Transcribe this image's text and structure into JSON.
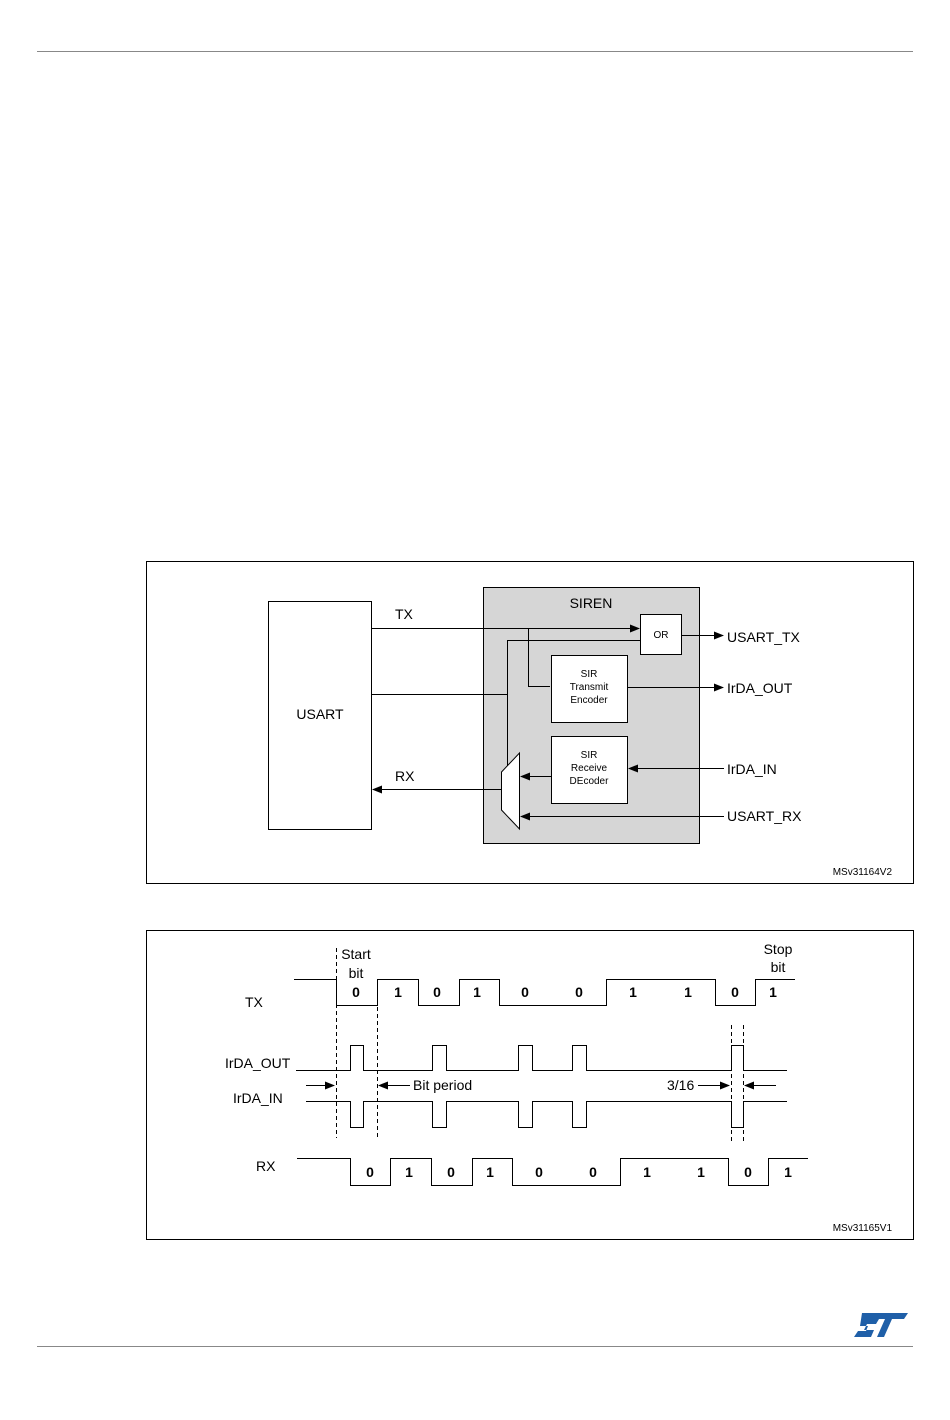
{
  "figure1": {
    "usart": "USART",
    "siren": "SIREN",
    "or_gate": "OR",
    "encoder": [
      "SIR",
      "Transmit",
      "Encoder"
    ],
    "decoder": [
      "SIR",
      "Receive",
      "DEcoder"
    ],
    "tx": "TX",
    "rx": "RX",
    "usart_tx": "USART_TX",
    "irda_out": "IrDA_OUT",
    "irda_in": "IrDA_IN",
    "usart_rx": "USART_RX",
    "ref": "MSv31164V2"
  },
  "figure2": {
    "start_bit": [
      "Start",
      "bit"
    ],
    "stop_bit": [
      "Stop",
      "bit"
    ],
    "tx_label": "TX",
    "irda_out_label": "IrDA_OUT",
    "irda_in_label": "IrDA_IN",
    "rx_label": "RX",
    "bit_period": "Bit period",
    "fraction": "3/16",
    "tx_bits": [
      "0",
      "1",
      "0",
      "1",
      "0",
      "0",
      "1",
      "1",
      "0",
      "1"
    ],
    "rx_bits": [
      "0",
      "1",
      "0",
      "1",
      "0",
      "0",
      "1",
      "1",
      "0",
      "1"
    ],
    "ref": "MSv31165V1"
  },
  "colors": {
    "block_fill": "#d6d6d6",
    "logo": "#1f5fa8",
    "line": "#000000"
  },
  "icons": {
    "logo": "st-logo"
  }
}
